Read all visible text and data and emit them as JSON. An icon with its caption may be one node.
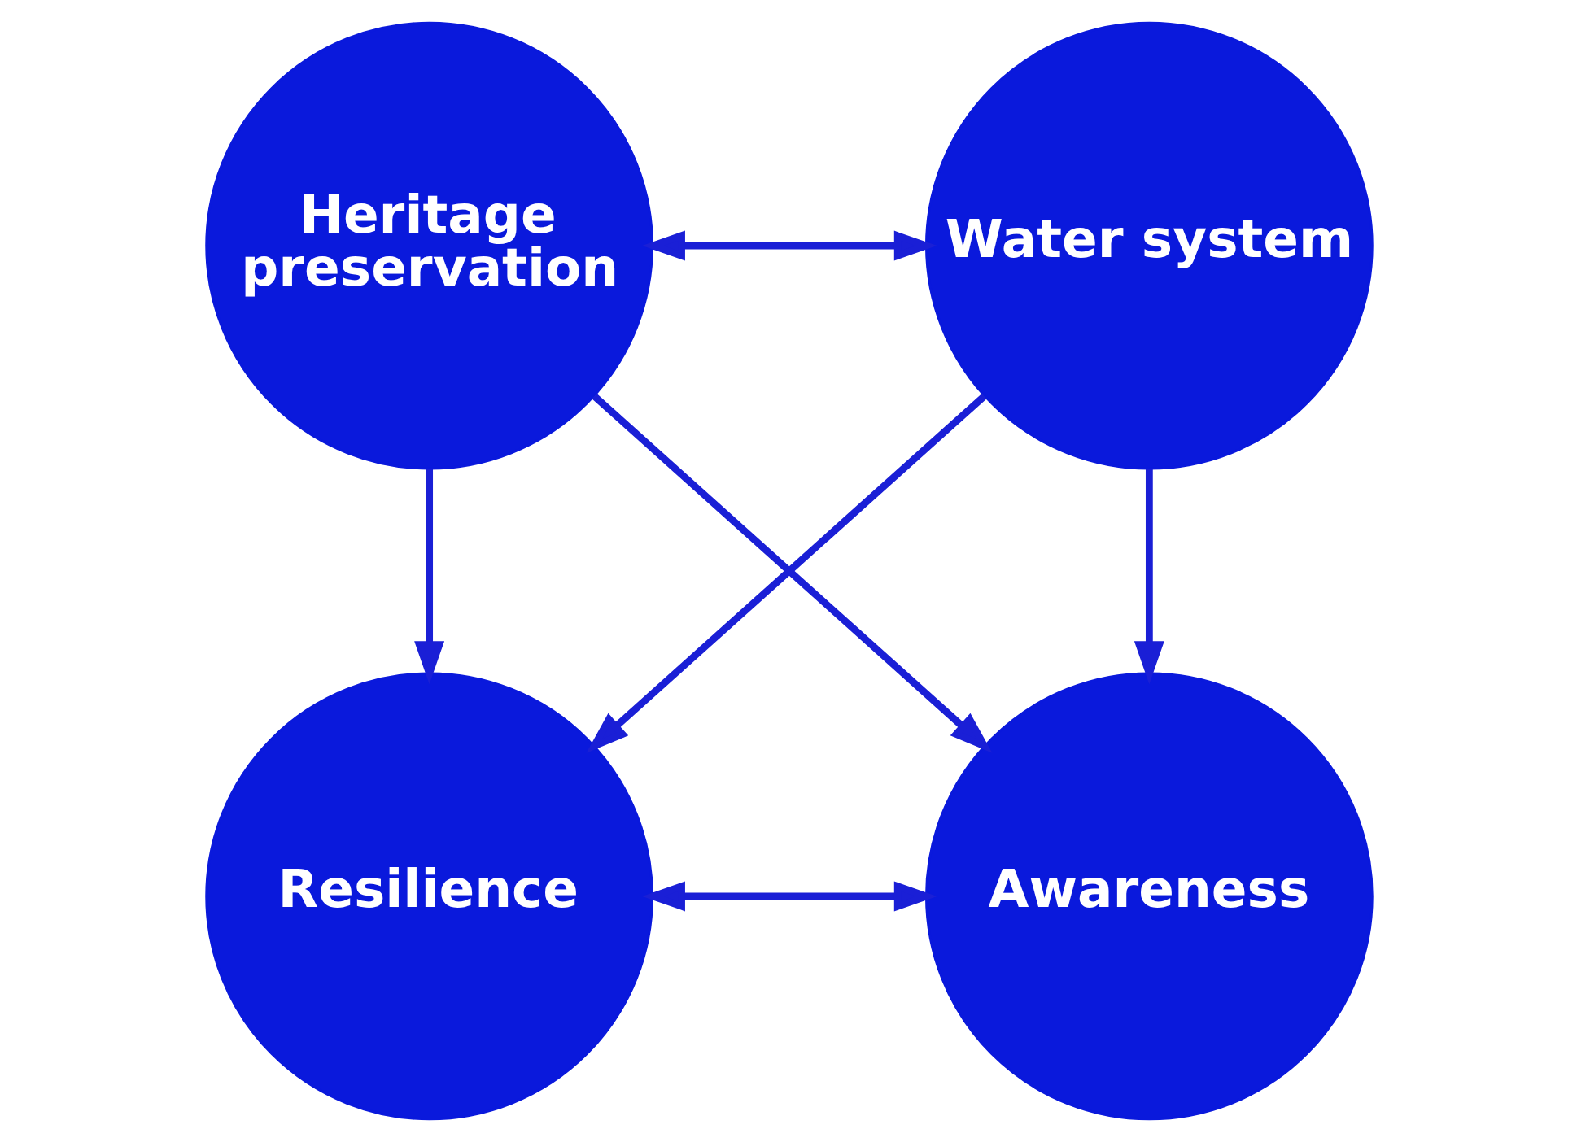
{
  "diagram": {
    "nodes": [
      {
        "text": [
          "Heritage preservation"
        ]
      },
      {
        "text": [
          "Water system"
        ]
      },
      {
        "text": [
          "Resilience"
        ]
      },
      {
        "text": [
          "Awareness"
        ]
      }
    ],
    "edges": [
      {
        "from": 0,
        "to": 1,
        "arrow": "both"
      },
      {
        "from": 0,
        "to": 2,
        "arrow": "to"
      },
      {
        "from": 1,
        "to": 3,
        "arrow": "to"
      },
      {
        "from": 0,
        "to": 3,
        "arrow": "to"
      },
      {
        "from": 1,
        "to": 2,
        "arrow": "to"
      },
      {
        "from": 2,
        "to": 3,
        "arrow": "both"
      }
    ]
  }
}
